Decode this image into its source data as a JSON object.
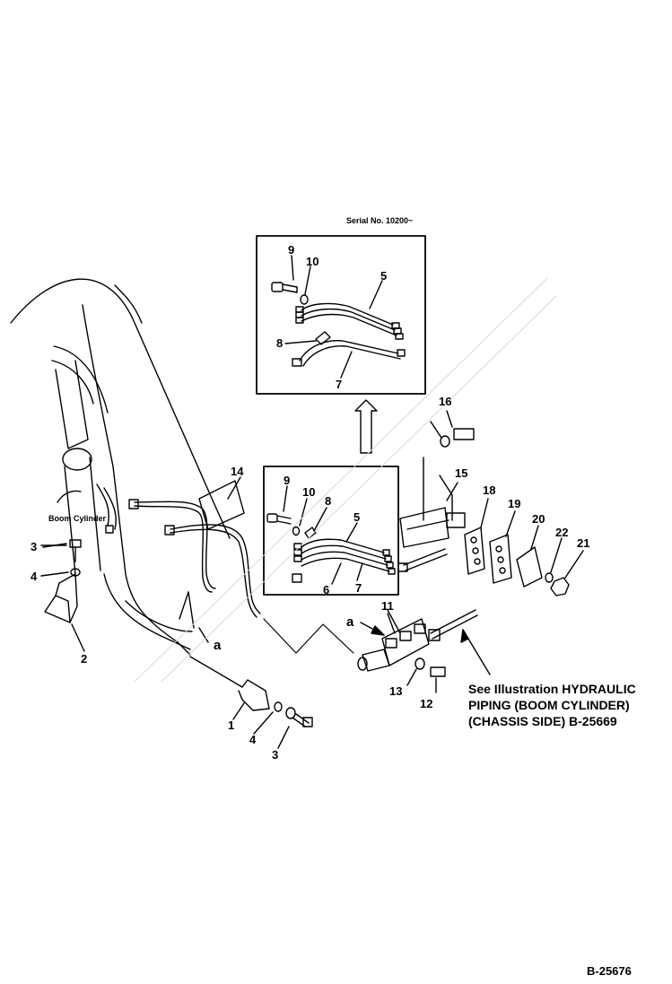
{
  "serial_label": "Serial No. 10200~",
  "boom_cylinder_label": "Boom Cylinder",
  "see_note": {
    "line1": "See Illustration HYDRAULIC",
    "line2": "PIPING (BOOM CYLINDER)",
    "line3": "(CHASSIS SIDE) B-25669"
  },
  "drawing_number": "B-25676",
  "callouts": {
    "inset_top": [
      "9",
      "10",
      "5",
      "8",
      "7"
    ],
    "inset_mid": [
      "9",
      "10",
      "8",
      "5",
      "6",
      "7"
    ],
    "main": [
      "14",
      "16",
      "15",
      "18",
      "19",
      "20",
      "22",
      "21",
      "11",
      "13",
      "12",
      "3",
      "4",
      "2",
      "1",
      "4",
      "3"
    ],
    "letters": [
      "a",
      "a"
    ]
  },
  "colors": {
    "ink": "#000000",
    "paper": "#ffffff"
  }
}
